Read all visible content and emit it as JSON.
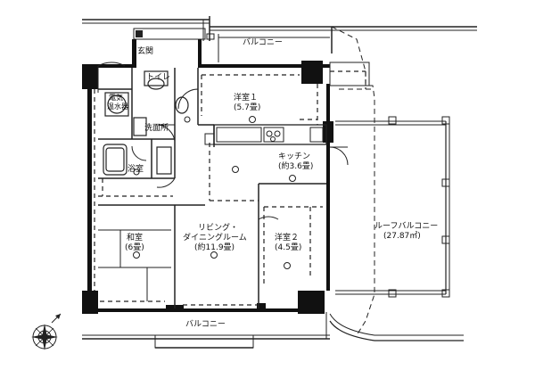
{
  "rooms": {
    "entrance": "玄関",
    "toilet": "トイレ",
    "water_heater_1": "電気",
    "water_heater_2": "温水器",
    "washroom": "洗面所",
    "bath": "浴室",
    "western1_name": "洋室１",
    "western1_size": "(5.7畳)",
    "kitchen_name": "キッチン",
    "kitchen_size": "(約3.6畳)",
    "living_name1": "リビング・",
    "living_name2": "ダイニングルーム",
    "living_size": "(約11.9畳)",
    "japanese_name": "和室",
    "japanese_size": "(6畳)",
    "western2_name": "洋室２",
    "western2_size": "(4.5畳)",
    "roof_balcony_name": "ルーフバルコニー",
    "roof_balcony_size": "(27.87㎡)",
    "balcony_top": "バルコニー",
    "balcony_bottom": "バルコニー"
  },
  "compass": {
    "north": "N"
  }
}
